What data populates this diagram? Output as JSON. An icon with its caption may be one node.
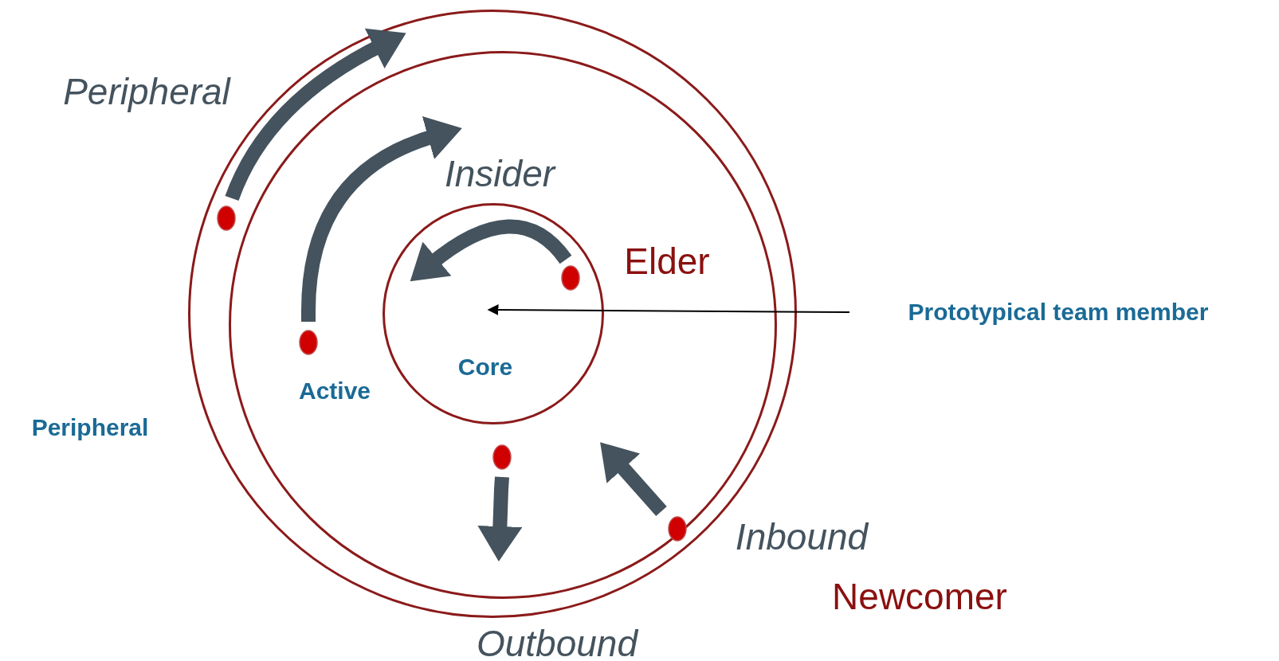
{
  "diagram": {
    "nodes": [
      {
        "text": [
          "Peripheral"
        ]
      },
      {
        "text": [
          "Active"
        ],
        "in": 0
      },
      {
        "text": [
          "Core"
        ],
        "in": 1
      },
      {
        "text": [],
        "shape": "circle",
        "in": 0
      },
      {
        "text": [],
        "shape": "circle",
        "in": 2
      },
      {
        "text": [
          "Prototypical team member"
        ]
      },
      {
        "text": [],
        "shape": "circle",
        "in": 1
      },
      {
        "text": [],
        "shape": "circle",
        "in": 1
      },
      {
        "text": [],
        "shape": "circle",
        "in": 1
      }
    ],
    "edges": [
      {
        "from": 3,
        "to": 1,
        "arrow": "to",
        "label": "Peripheral"
      },
      {
        "from": 6,
        "to": null,
        "arrow": "to",
        "label": "Insider"
      },
      {
        "from": 4,
        "to": null,
        "arrow": "to"
      },
      {
        "from": 7,
        "to": null,
        "arrow": "to",
        "label": "Outbound"
      },
      {
        "from": 8,
        "to": null,
        "arrow": "to",
        "label": "Inbound"
      },
      {
        "from": 5,
        "to": null,
        "arrow": "to",
        "color": "#000000"
      }
    ],
    "labels": [
      "Elder",
      "Newcomer"
    ]
  }
}
